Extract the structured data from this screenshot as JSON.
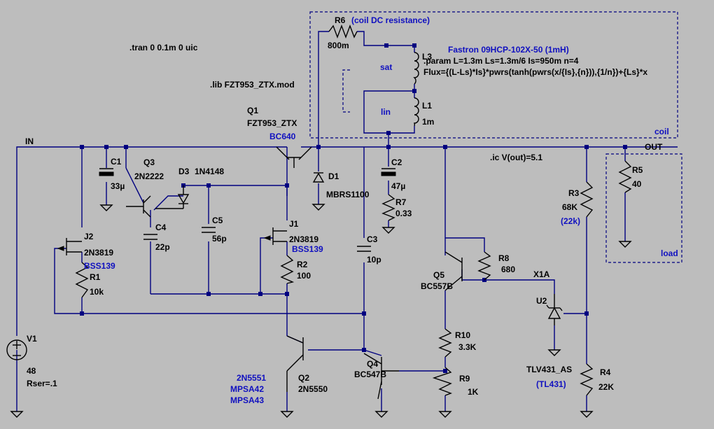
{
  "directives": {
    "tran": ".tran 0 0.1m 0 uic",
    "lib": ".lib FZT953_ZTX.mod",
    "ic": ".ic V(out)=5.1",
    "param": ".param L=1.3m Ls=1.3m/6 Is=950m n=4",
    "flux": "Flux={(L-Ls)*Is}*pwrs(tanh(pwrs(x/{Is},{n})),{1/n})+{Ls}*x"
  },
  "nets": {
    "in": "IN",
    "out": "OUT"
  },
  "boxes": {
    "coil": "coil",
    "load": "load"
  },
  "core_labels": {
    "sat": "sat",
    "lin": "lin"
  },
  "components": {
    "V1": {
      "ref": "V1",
      "value": "48",
      "extra": "Rser=.1"
    },
    "C1": {
      "ref": "C1",
      "value": "33µ"
    },
    "Q3": {
      "ref": "Q3",
      "value": "2N2222"
    },
    "D3": {
      "ref": "D3",
      "value": "1N4148"
    },
    "C4": {
      "ref": "C4",
      "value": "22p"
    },
    "C5": {
      "ref": "C5",
      "value": "56p"
    },
    "J2": {
      "ref": "J2",
      "value": "2N3819",
      "alt": "BSS139"
    },
    "R1": {
      "ref": "R1",
      "value": "10k"
    },
    "Q1": {
      "ref": "Q1",
      "value": "FZT953_ZTX",
      "alt": "BC640"
    },
    "J1": {
      "ref": "J1",
      "value": "2N3819",
      "alt": "BSS139"
    },
    "R2": {
      "ref": "R2",
      "value": "100"
    },
    "C3": {
      "ref": "C3",
      "value": "10p"
    },
    "Q2": {
      "ref": "Q2",
      "value": "2N5550",
      "alt1": "2N5551",
      "alt2": "MPSA42",
      "alt3": "MPSA43"
    },
    "Q4": {
      "ref": "Q4",
      "value": "BC547B"
    },
    "D1": {
      "ref": "D1",
      "value": "MBRS1100"
    },
    "R6": {
      "ref": "R6",
      "value": "800m",
      "note": "(coil DC resistance)"
    },
    "L3": {
      "ref": "L3",
      "title": "Fastron 09HCP-102X-50 (1mH)"
    },
    "L1": {
      "ref": "L1",
      "value": "1m"
    },
    "C2": {
      "ref": "C2",
      "value": "47µ"
    },
    "R7": {
      "ref": "R7",
      "value": "0.33"
    },
    "Q5": {
      "ref": "Q5",
      "value": "BC557B"
    },
    "R8": {
      "ref": "R8",
      "value": "680"
    },
    "R10": {
      "ref": "R10",
      "value": "3.3K"
    },
    "R9": {
      "ref": "R9",
      "value": "1K"
    },
    "U2": {
      "ref": "U2",
      "value": "TLV431_AS",
      "alt": "(TL431)",
      "net": "X1A"
    },
    "R3": {
      "ref": "R3",
      "value": "68K",
      "alt": "(22k)"
    },
    "R4": {
      "ref": "R4",
      "value": "22K"
    },
    "R5": {
      "ref": "R5",
      "value": "40"
    }
  },
  "colors": {
    "background": "#bdbdbd",
    "wire": "#000080",
    "component": "#000000",
    "alt_label": "#1010c0"
  }
}
